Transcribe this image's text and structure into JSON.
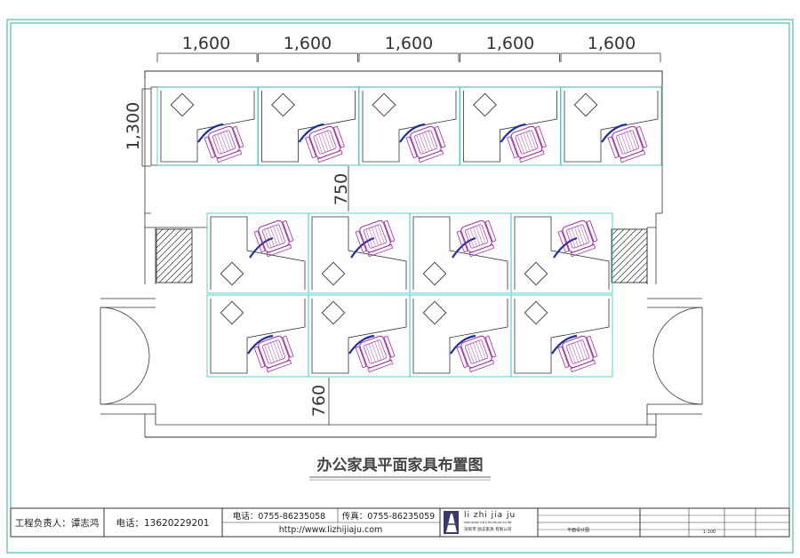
{
  "drawing": {
    "dimensions": {
      "widths": [
        "1,600",
        "1,600",
        "1,600",
        "1,600",
        "1,600"
      ],
      "top_depth": "1,300",
      "aisle_upper": "750",
      "aisle_lower": "760"
    },
    "title": "办公家具平面家具布置图"
  },
  "title_block": {
    "manager": "工程负责人：谭志鸿",
    "phone": "电话：13620229201",
    "office_phone": "电话：0755-86235058",
    "fax": "传真：0755-86235059",
    "website": "http://www.lizhijiaju.com",
    "brand": "li zhi jia ju",
    "brand_en": "shenzhen lizhi furniture co.ltd",
    "company_cn": "深圳市 励志家具 有限公司",
    "plan_name": "平面设计图",
    "scale": "1:100"
  },
  "colors": {
    "frame": "#2bb3a3",
    "walls": "#333333",
    "desk": "#33c6c6",
    "chair": "#a326a3",
    "monitor": "#1f2f9c"
  }
}
